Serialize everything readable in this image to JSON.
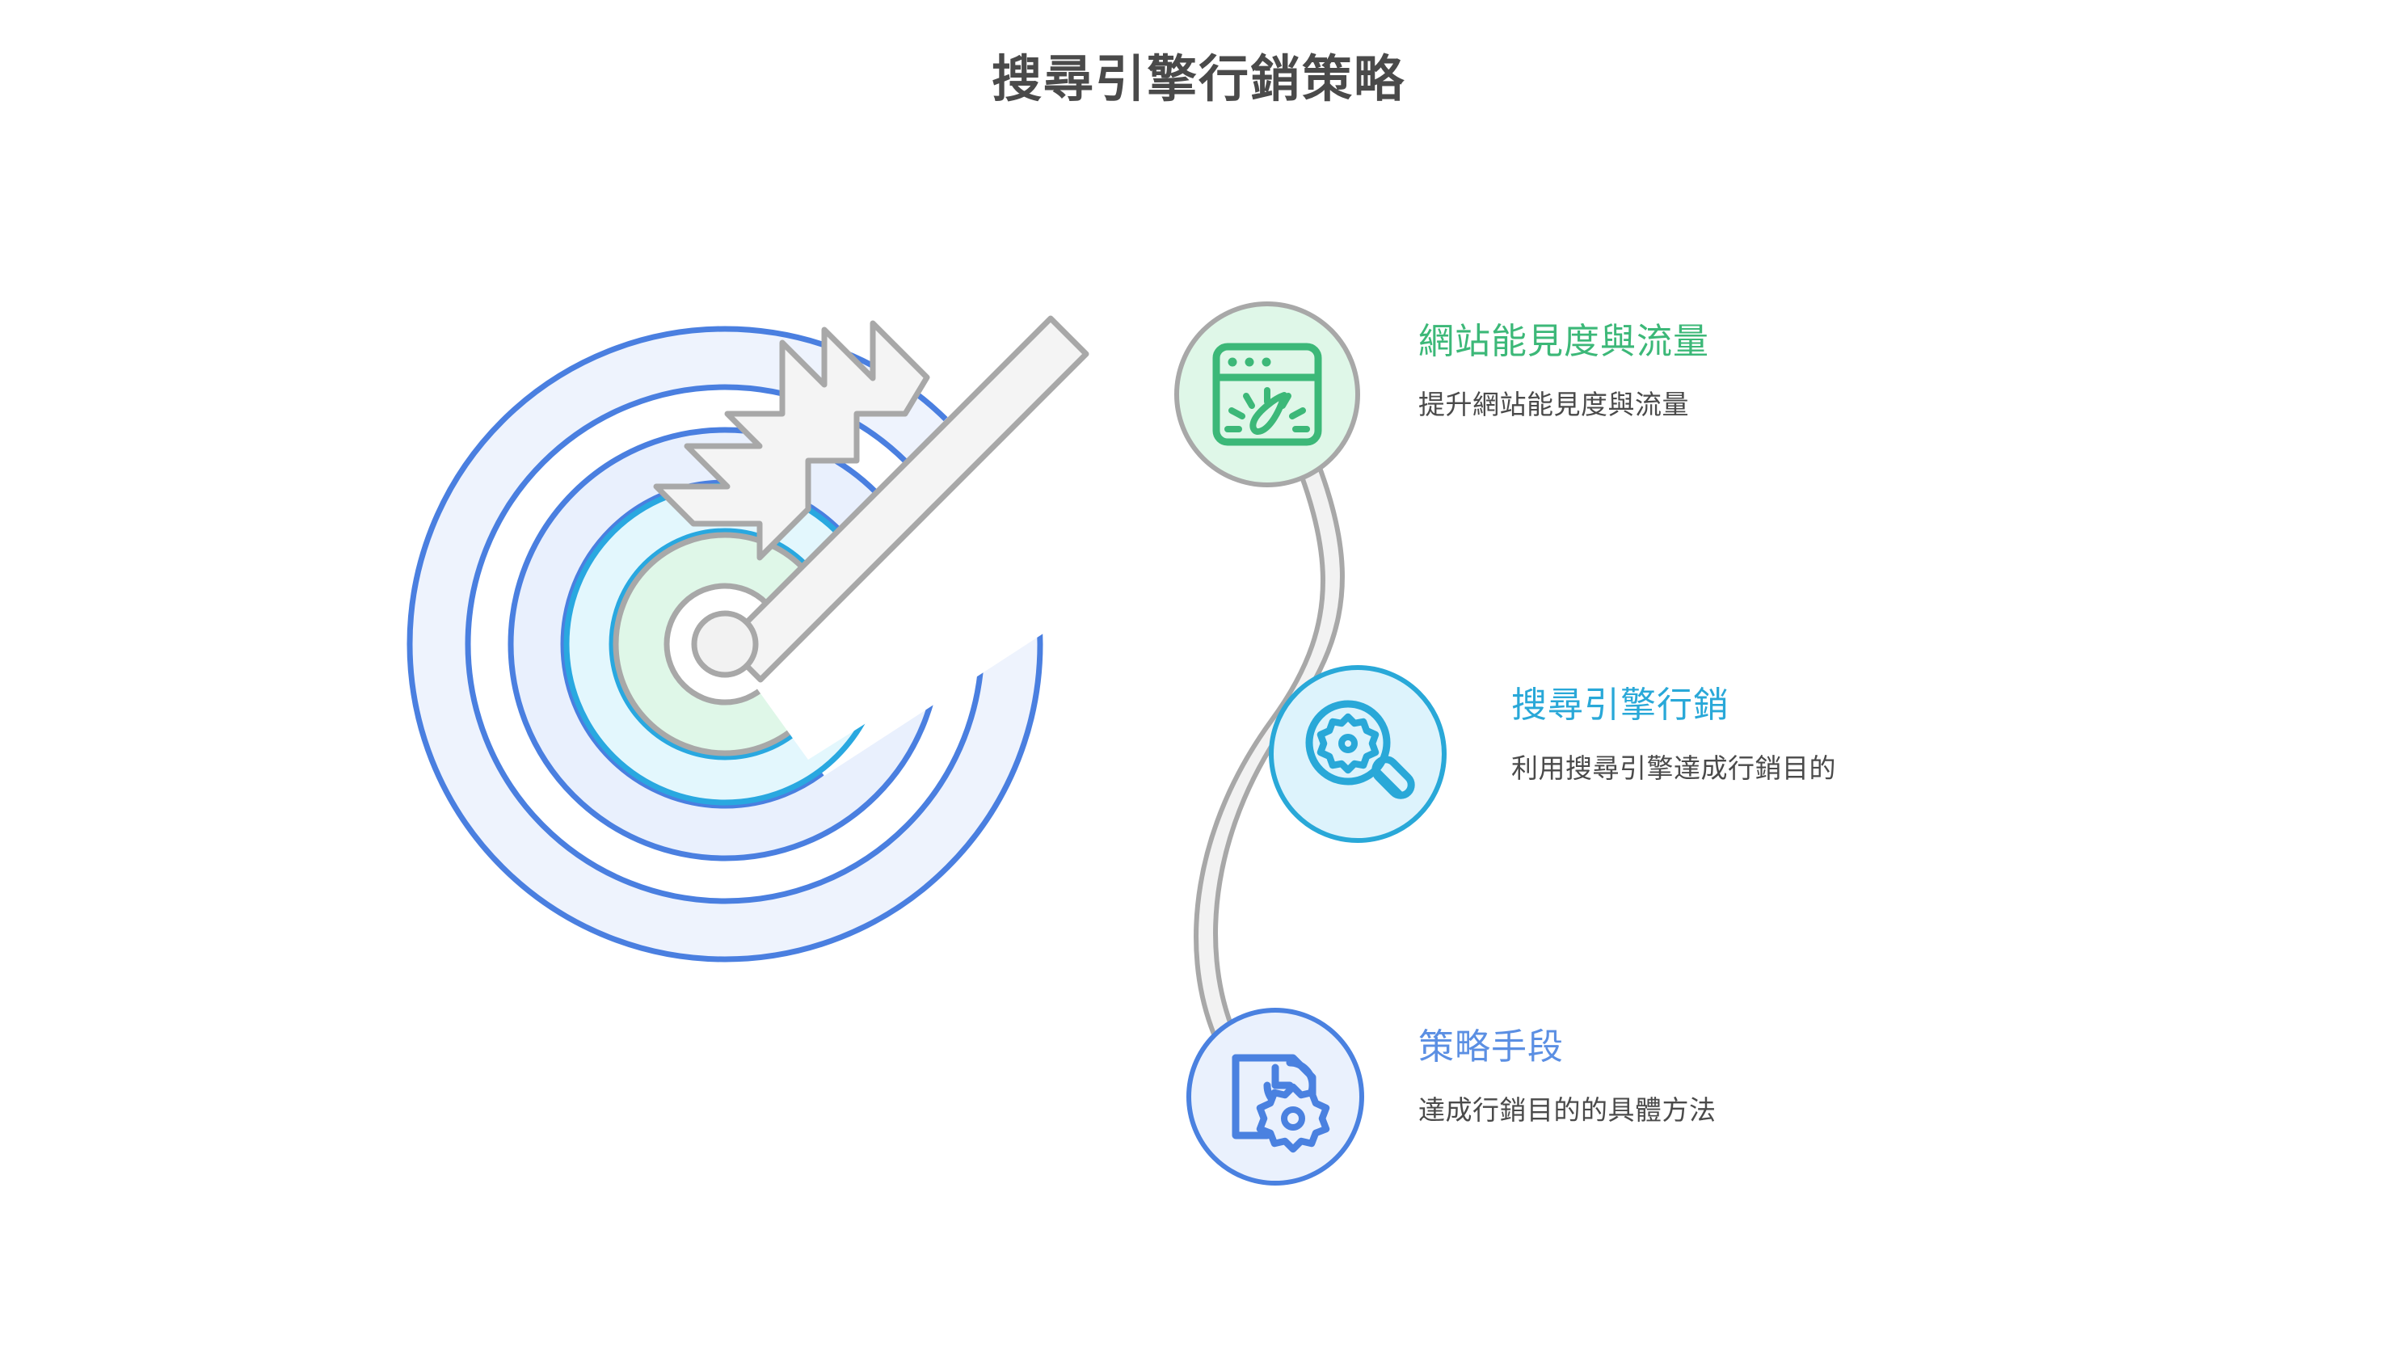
{
  "page": {
    "title": "搜尋引擎行銷策略",
    "background": "#ffffff",
    "title_color": "#4a4a4a"
  },
  "graphic": {
    "name": "target-with-arrow",
    "rings": [
      {
        "label": "outer-ring",
        "stroke": "#4a7fe0",
        "fill": "#eef3fd"
      },
      {
        "label": "second-ring",
        "stroke": "#4a7fe0",
        "fill": "#eaf1fd"
      },
      {
        "label": "third-ring",
        "stroke": "#29a8e0",
        "fill": "#e6f8fd"
      },
      {
        "label": "fourth-ring",
        "stroke": "#29a8e0",
        "fill": "#e2f7fb"
      },
      {
        "label": "bullseye",
        "stroke": "#a8a8a8",
        "fill": "#dff7e8"
      }
    ],
    "arrow": {
      "fill": "#f4f4f4",
      "stroke": "#a8a8a8"
    },
    "connector": {
      "fill": "#f4f4f4",
      "stroke": "#a8a8a8"
    }
  },
  "nodes": [
    {
      "id": "node-1",
      "icon": "browser-speedometer-icon",
      "title": "網站能見度與流量",
      "desc": "提升網站能見度與流量",
      "accent": "#3cb878",
      "circle_fill": "#dff7e8",
      "circle_stroke": "#a8a8a8"
    },
    {
      "id": "node-2",
      "icon": "magnifier-gear-icon",
      "title": "搜尋引擎行銷",
      "desc": "利用搜尋引擎達成行銷目的",
      "accent": "#29a8d8",
      "circle_fill": "#ddf3fc",
      "circle_stroke": "#29a8d8"
    },
    {
      "id": "node-3",
      "icon": "document-clock-gear-icon",
      "title": "策略手段",
      "desc": "達成行銷目的的具體方法",
      "accent": "#5b8fe3",
      "circle_fill": "#eaf1fd",
      "circle_stroke": "#4a81e0"
    }
  ]
}
